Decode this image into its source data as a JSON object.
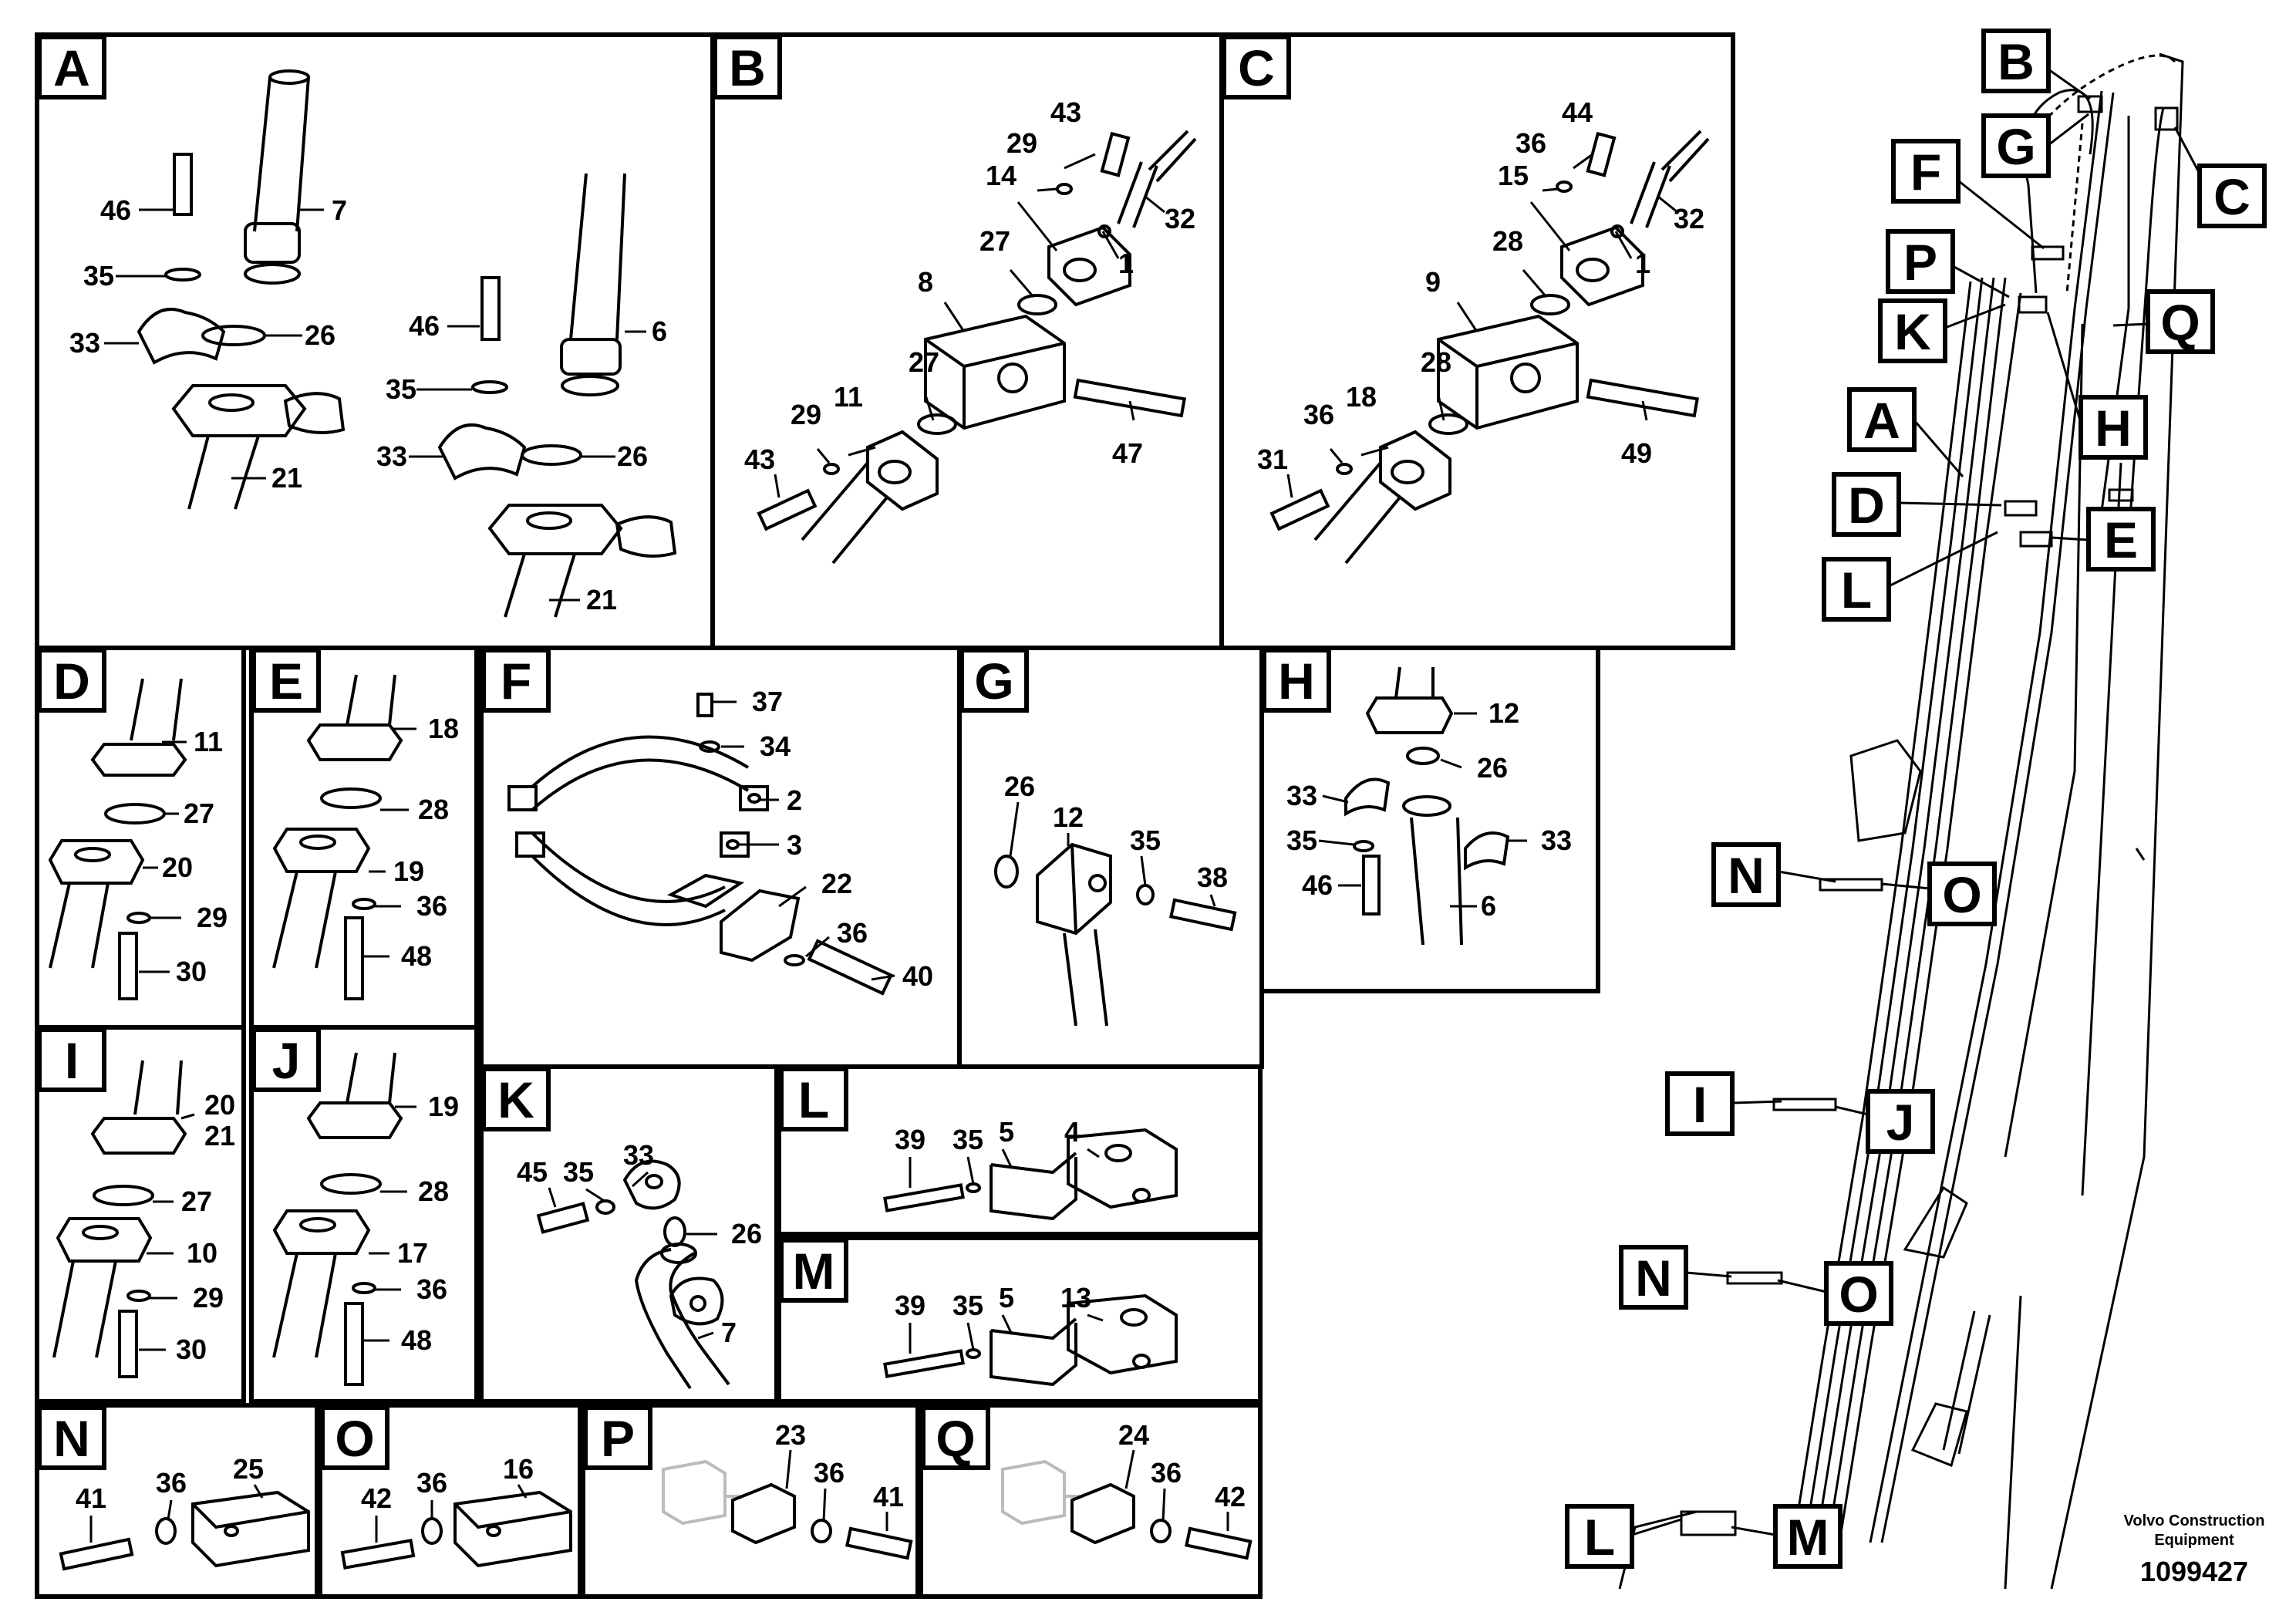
{
  "panels": [
    {
      "letter": "A",
      "labels": [
        "46",
        "7",
        "35",
        "33",
        "26",
        "46",
        "6",
        "35",
        "33",
        "26",
        "21",
        "21"
      ]
    },
    {
      "letter": "B",
      "labels": [
        "43",
        "29",
        "14",
        "32",
        "27",
        "1",
        "8",
        "27",
        "29",
        "11",
        "43",
        "47"
      ]
    },
    {
      "letter": "C",
      "labels": [
        "44",
        "36",
        "15",
        "32",
        "28",
        "1",
        "9",
        "28",
        "36",
        "18",
        "31",
        "49"
      ]
    },
    {
      "letter": "D",
      "labels": [
        "11",
        "27",
        "20",
        "29",
        "30"
      ]
    },
    {
      "letter": "E",
      "labels": [
        "18",
        "28",
        "19",
        "36",
        "48"
      ]
    },
    {
      "letter": "F",
      "labels": [
        "37",
        "34",
        "2",
        "3",
        "22",
        "36",
        "40"
      ]
    },
    {
      "letter": "G",
      "labels": [
        "26",
        "12",
        "35",
        "38"
      ]
    },
    {
      "letter": "H",
      "labels": [
        "12",
        "26",
        "33",
        "35",
        "33",
        "46",
        "6"
      ]
    },
    {
      "letter": "I",
      "labels": [
        "20",
        "21",
        "27",
        "10",
        "29",
        "30"
      ]
    },
    {
      "letter": "J",
      "labels": [
        "19",
        "28",
        "17",
        "36",
        "48"
      ]
    },
    {
      "letter": "K",
      "labels": [
        "33",
        "45",
        "35",
        "26",
        "7"
      ]
    },
    {
      "letter": "L",
      "labels": [
        "5",
        "4",
        "39",
        "35"
      ]
    },
    {
      "letter": "M",
      "labels": [
        "5",
        "13",
        "39",
        "35"
      ]
    },
    {
      "letter": "N",
      "labels": [
        "25",
        "41",
        "36"
      ]
    },
    {
      "letter": "O",
      "labels": [
        "16",
        "42",
        "36"
      ]
    },
    {
      "letter": "P",
      "labels": [
        "23",
        "36",
        "41"
      ]
    },
    {
      "letter": "Q",
      "labels": [
        "24",
        "36",
        "42"
      ]
    }
  ],
  "overview_labels": [
    "B",
    "G",
    "C",
    "F",
    "P",
    "K",
    "Q",
    "H",
    "A",
    "D",
    "E",
    "L",
    "N",
    "O",
    "I",
    "J",
    "N",
    "O",
    "L",
    "M"
  ],
  "footer": {
    "company_line1": "Volvo Construction",
    "company_line2": "Equipment",
    "drawing_number": "1099427"
  },
  "colors": {
    "ink": "#000000",
    "paper": "#ffffff",
    "ghost": "#bbbbbb"
  }
}
